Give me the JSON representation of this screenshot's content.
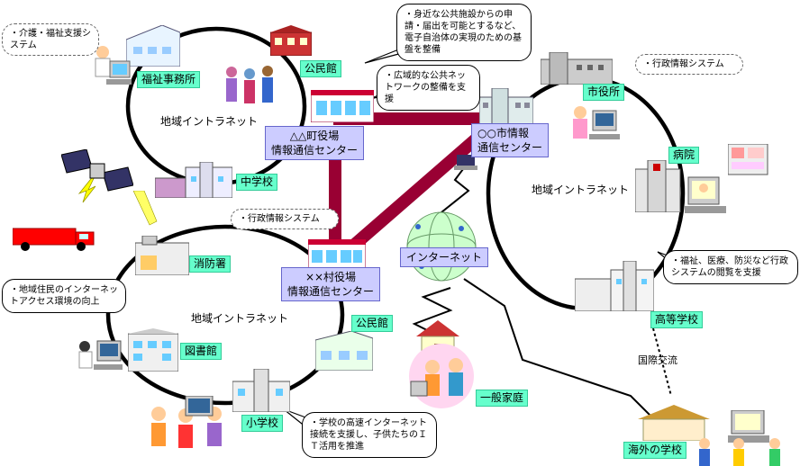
{
  "nodes": {
    "fukushi": "福祉事務所",
    "kominkan_top": "公民館",
    "shiyakusho": "市役所",
    "byoin": "病院",
    "chugakko": "中学校",
    "shobosho": "消防署",
    "toshokan": "図書館",
    "shogakko": "小学校",
    "kominkan_bottom": "公民館",
    "ippan_katei": "一般家庭",
    "koto_gakko": "高等学校",
    "kaigai_gakko": "海外の学校"
  },
  "centers": {
    "town_line1": "△△町役場",
    "town_line2": "情報通信センター",
    "city_line1": "○○市情報",
    "city_line2": "通信センター",
    "village_line1": "××村役場",
    "village_line2": "情報通信センター",
    "internet": "インターネット"
  },
  "intranets": {
    "left_top": "地域イントラネット",
    "right": "地域イントラネット",
    "left_bottom": "地域イントラネット"
  },
  "notes": {
    "kaigo": "・介護・福祉支援システム",
    "kominkan_note": "・身近な公共施設からの申請・届出を可能とするなど、電子自治体の実現のための基盤を整備",
    "kouiki": "・広域的な公共ネットワークの整備を支援",
    "gyosei_city": "・行政情報システム",
    "gyosei_village": "・行政情報システム",
    "fukushi_iryo": "・福祉、医療、防災など行政システムの閲覧を支援",
    "chiiki_jumin": "・地域住民のインターネットアクセス環境の向上",
    "gakko_kosoku": "・学校の高速インターネット接続を支援し、子供たちのＩＴ活用を推進",
    "kokusai": "国際交流"
  },
  "colors": {
    "trunk": "#990033",
    "label_green": "#66ffcc",
    "center_blue": "#ccccff"
  }
}
